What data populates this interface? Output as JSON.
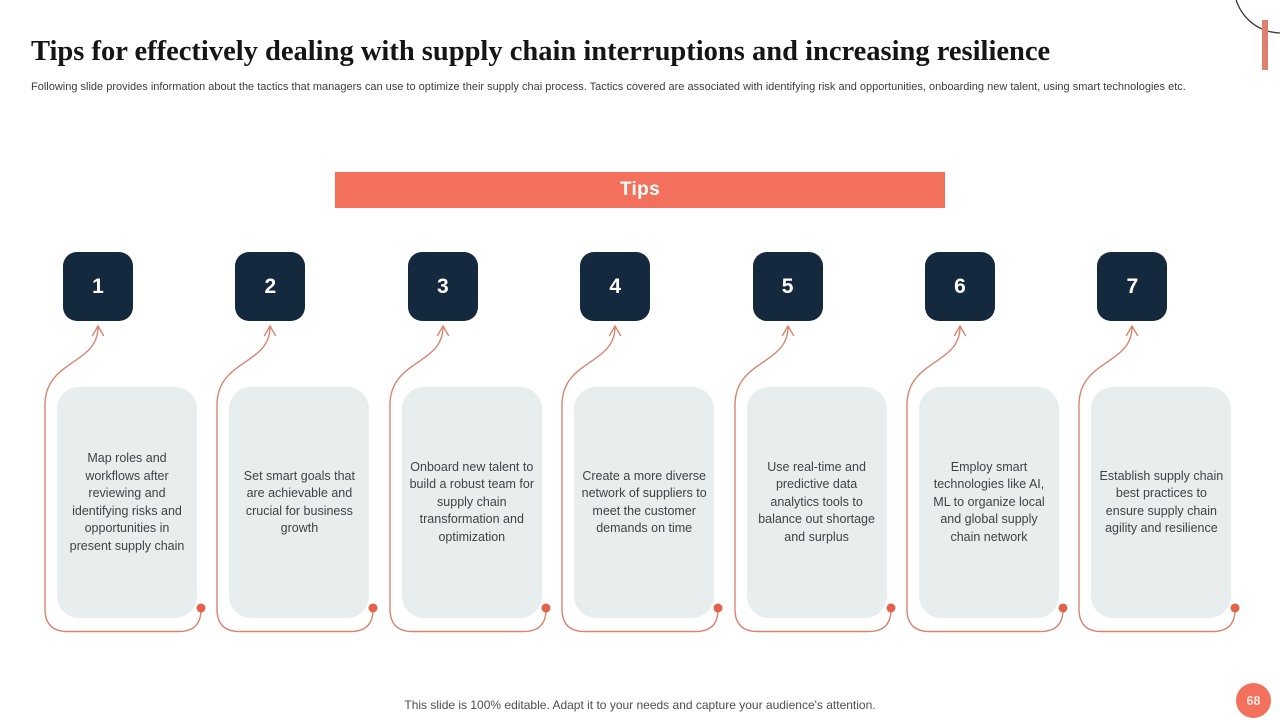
{
  "slide": {
    "title": "Tips for effectively dealing with supply chain interruptions and increasing resilience",
    "subtitle": "Following slide provides information about the tactics that managers can use to optimize their supply chai process. Tactics covered are associated with identifying risk and opportunities, onboarding new talent, using smart technologies etc.",
    "banner_label": "Tips",
    "footer": "This slide is 100% editable. Adapt it to your needs and capture your audience's attention.",
    "page_number": "68"
  },
  "tips": [
    {
      "number": "1",
      "text": "Map roles and workflows after reviewing and identifying risks and opportunities in present supply chain"
    },
    {
      "number": "2",
      "text": "Set smart goals that are achievable and crucial for business growth"
    },
    {
      "number": "3",
      "text": "Onboard new talent to build a robust team for supply chain transformation and optimization"
    },
    {
      "number": "4",
      "text": "Create a more diverse network of suppliers to meet the customer demands on time"
    },
    {
      "number": "5",
      "text": "Use real-time and predictive data analytics tools to balance out shortage and surplus"
    },
    {
      "number": "6",
      "text": "Employ smart technologies like AI, ML to organize local and global supply chain network"
    },
    {
      "number": "7",
      "text": "Establish supply chain best practices to ensure supply chain agility and resilience"
    }
  ],
  "colors": {
    "accent": "#f2705c",
    "navy": "#14283e",
    "connector": "#d9846f",
    "dot": "#e2624a",
    "card_bg": "#e8edee",
    "deco_bar": "#e08170"
  }
}
